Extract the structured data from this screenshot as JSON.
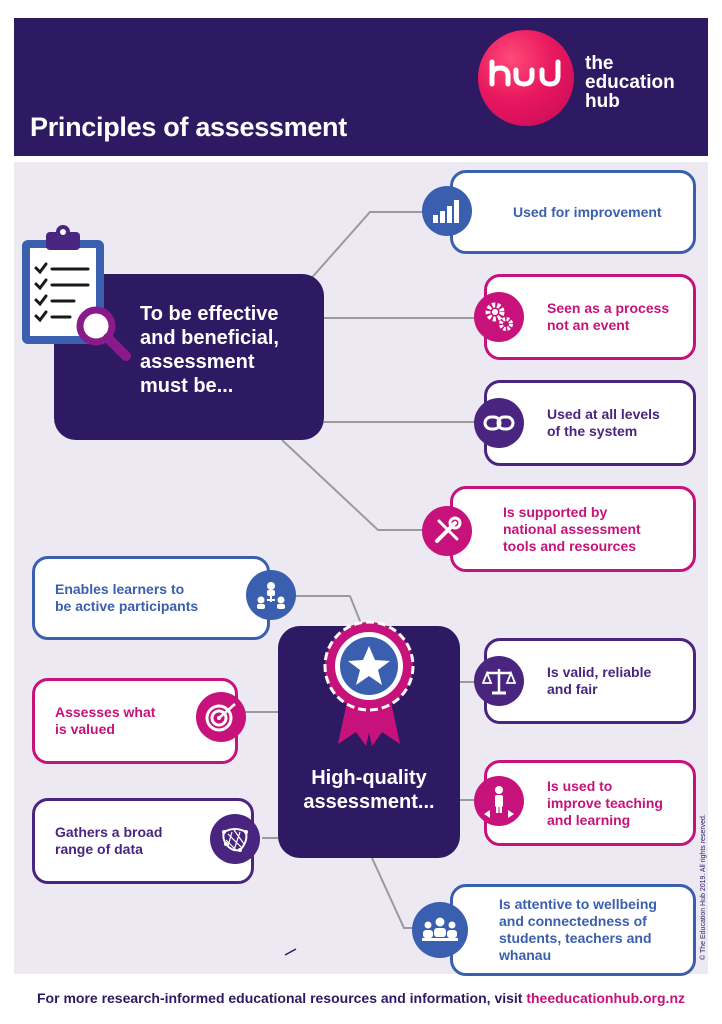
{
  "header": {
    "title": "Principles of assessment",
    "logo_mark": "hub",
    "logo_line1": "the",
    "logo_line2": "education",
    "logo_line3": "hub"
  },
  "section1": {
    "lead_line1": "To be effective",
    "lead_line2": "and beneficial,",
    "lead_line3": "assessment",
    "lead_line4": "must be...",
    "items": [
      {
        "line1": "Used for improvement",
        "line2": "",
        "line3": "",
        "icon": "bar-chart-icon"
      },
      {
        "line1": "Seen as a process",
        "line2": "not an event",
        "line3": "",
        "icon": "gears-icon"
      },
      {
        "line1": "Used at all levels",
        "line2": "of the system",
        "line3": "",
        "icon": "chain-link-icon"
      },
      {
        "line1": "Is supported by",
        "line2": "national assessment",
        "line3": "tools and resources",
        "icon": "tools-icon"
      }
    ]
  },
  "section2": {
    "lead_line1": "High-quality",
    "lead_line2": "assessment...",
    "items": [
      {
        "line1": "Enables learners to",
        "line2": "be active participants",
        "line3": "",
        "line4": "",
        "icon": "people-network-icon"
      },
      {
        "line1": "Assesses what",
        "line2": "is valued",
        "line3": "",
        "line4": "",
        "icon": "target-icon"
      },
      {
        "line1": "Gathers a broad",
        "line2": "range of data",
        "line3": "",
        "line4": "",
        "icon": "net-icon"
      },
      {
        "line1": "Is valid, reliable",
        "line2": "and fair",
        "line3": "",
        "line4": "",
        "icon": "scales-icon"
      },
      {
        "line1": "Is used to",
        "line2": "improve teaching",
        "line3": "and learning",
        "line4": "",
        "icon": "person-crossroads-icon"
      },
      {
        "line1": "Is attentive to wellbeing",
        "line2": "and connectedness of",
        "line3": "students, teachers and",
        "line4": "whanau",
        "icon": "group-icon"
      }
    ]
  },
  "footer": {
    "text": "For more research-informed educational resources and information, visit ",
    "url": "theeducationhub.org.nz",
    "copyright": "© The Education Hub 2019. All rights reserved."
  },
  "colors": {
    "navy": "#2e1a63",
    "blue": "#3a5fae",
    "pink": "#c6127a",
    "purple": "#4a2580",
    "panel": "#ece9f2"
  }
}
